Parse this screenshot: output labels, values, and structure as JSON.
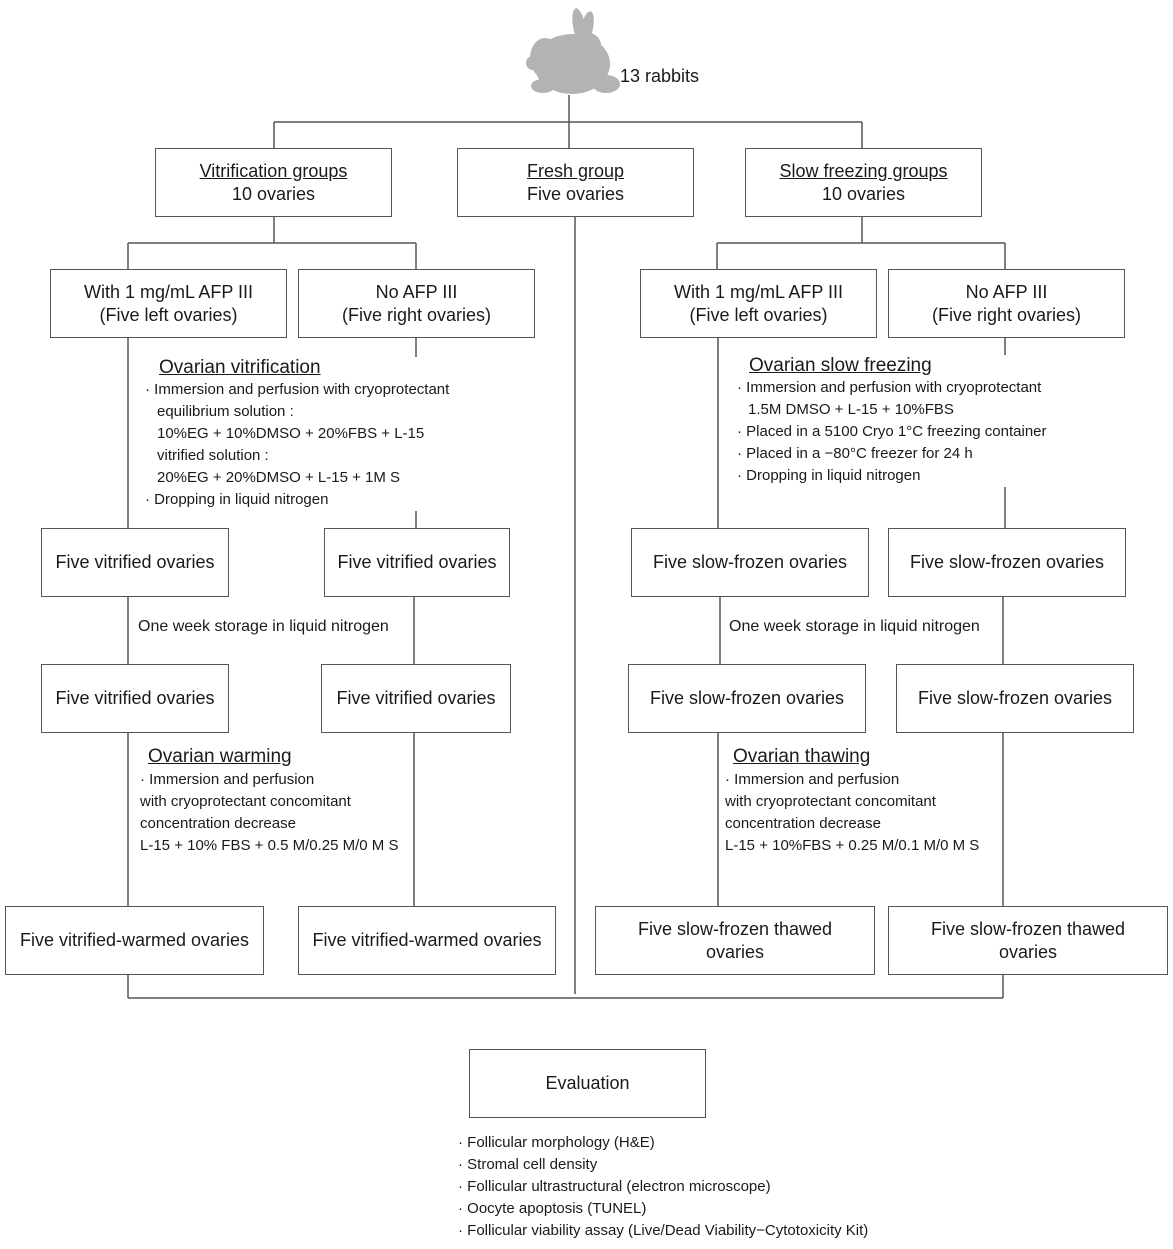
{
  "top": {
    "label": "13 rabbits",
    "icon": "rabbit-icon"
  },
  "groups": {
    "vitrification": {
      "title": "Vitrification groups",
      "count": "10 ovaries"
    },
    "fresh": {
      "title": "Fresh group",
      "count": "Five ovaries"
    },
    "slow": {
      "title": "Slow freezing groups",
      "count": "10 ovaries"
    }
  },
  "treatments": {
    "v_afp": {
      "line1": "With 1 mg/mL AFP III",
      "line2": "(Five left ovaries)"
    },
    "v_noafp": {
      "line1": "No AFP III",
      "line2": "(Five right ovaries)"
    },
    "s_afp": {
      "line1": "With 1 mg/mL AFP III",
      "line2": "(Five left ovaries)"
    },
    "s_noafp": {
      "line1": "No AFP III",
      "line2": "(Five right ovaries)"
    }
  },
  "protocols": {
    "vitrification": {
      "title": "Ovarian vitrification",
      "lines": [
        "· Immersion and perfusion with cryoprotectant",
        "  equilibrium solution :",
        "  10%EG + 10%DMSO + 20%FBS + L-15",
        "  vitrified solution :",
        "  20%EG + 20%DMSO + L-15 + 1M S",
        "· Dropping in liquid nitrogen"
      ]
    },
    "slow_freezing": {
      "title": "Ovarian slow freezing",
      "lines": [
        "· Immersion and perfusion with cryoprotectant",
        "  1.5M DMSO + L-15 + 10%FBS",
        "· Placed in a 5100 Cryo 1°C freezing container",
        "· Placed in a −80°C freezer for 24 h",
        "· Dropping in liquid nitrogen"
      ]
    },
    "warming": {
      "title": "Ovarian warming",
      "lines": [
        "· Immersion and perfusion",
        "with cryoprotectant concomitant",
        "concentration decrease",
        "L-15 + 10% FBS + 0.5 M/0.25 M/0 M S"
      ]
    },
    "thawing": {
      "title": "Ovarian thawing",
      "lines": [
        "· Immersion and perfusion",
        "with cryoprotectant concomitant",
        "concentration decrease",
        "L-15 + 10%FBS + 0.25 M/0.1 M/0 M S"
      ]
    }
  },
  "states": {
    "vitrified": "Five vitrified ovaries",
    "slow_frozen": "Five slow-frozen ovaries",
    "storage": "One week storage in liquid nitrogen",
    "vitrified_warmed": "Five vitrified-warmed ovaries",
    "slow_thawed_line1": "Five slow-frozen thawed",
    "slow_thawed_line2": "ovaries"
  },
  "evaluation": {
    "title": "Evaluation",
    "items": [
      "· Follicular morphology (H&E)",
      "· Stromal cell density",
      "· Follicular ultrastructural (electron microscope)",
      "· Oocyte apoptosis (TUNEL)",
      "· Follicular viability assay (Live/Dead Viability−Cytotoxicity Kit)"
    ]
  },
  "colors": {
    "line": "#555555",
    "rabbit": "#b3b3b3"
  }
}
